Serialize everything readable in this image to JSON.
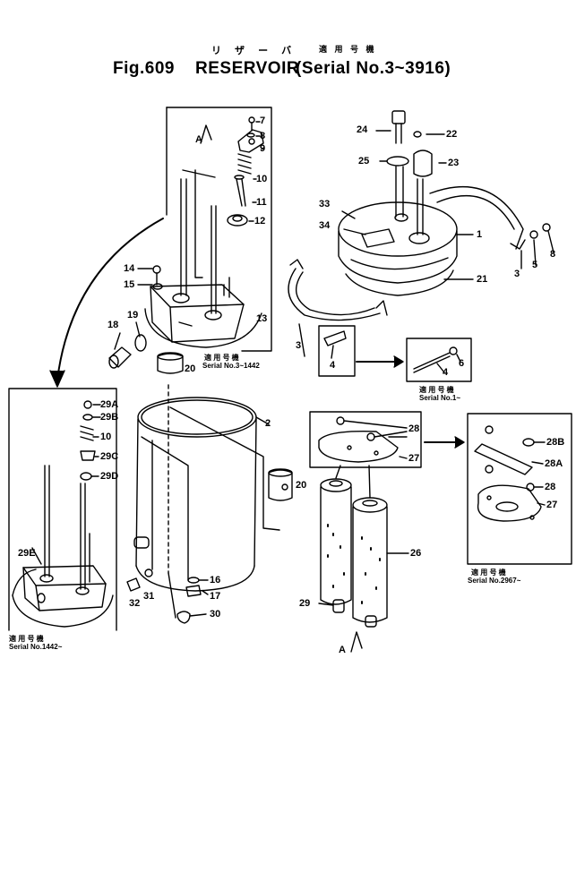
{
  "header": {
    "fig_number": "Fig.609",
    "part_name": "RESERVOIR",
    "part_name_jp": "リ ザ ー バ",
    "serial_range": "(Serial No.3~3916)",
    "serial_jp": "適 用 号 機"
  },
  "insets": {
    "top_left_jp": "適 用 号 機",
    "top_left_serial": "Serial No.3~1442",
    "left_jp": "適 用 号 機",
    "left_serial": "Serial No.1442~",
    "mid_jp": "適 用 号 機",
    "mid_serial": "Serial No.1~",
    "right_jp": "適 用 号 機",
    "right_serial": "Serial No.2967~"
  },
  "callouts": {
    "c1": "1",
    "c2": "2",
    "c3a": "3",
    "c3b": "3",
    "c4a": "4",
    "c4b": "4",
    "c5": "5",
    "c6": "6",
    "c7": "7",
    "c8": "8",
    "c8b": "8",
    "c9": "9",
    "c10": "10",
    "c10b": "10",
    "c11": "11",
    "c12": "12",
    "c13": "13",
    "c14": "14",
    "c15": "15",
    "c16": "16",
    "c17": "17",
    "c18": "18",
    "c19": "19",
    "c20a": "20",
    "c20b": "20",
    "c21": "21",
    "c22": "22",
    "c23": "23",
    "c24": "24",
    "c25": "25",
    "c26": "26",
    "c27a": "27",
    "c27b": "27",
    "c28a": "28",
    "c28b": "28",
    "c28A": "28A",
    "c28B": "28B",
    "c29": "29",
    "c29A": "29A",
    "c29B": "29B",
    "c29C": "29C",
    "c29D": "29D",
    "c29E": "29E",
    "c30": "30",
    "c31": "31",
    "c32": "32",
    "c33": "33",
    "c34": "34",
    "cA1": "A",
    "cA2": "A"
  },
  "colors": {
    "ink": "#000000",
    "paper": "#ffffff"
  }
}
